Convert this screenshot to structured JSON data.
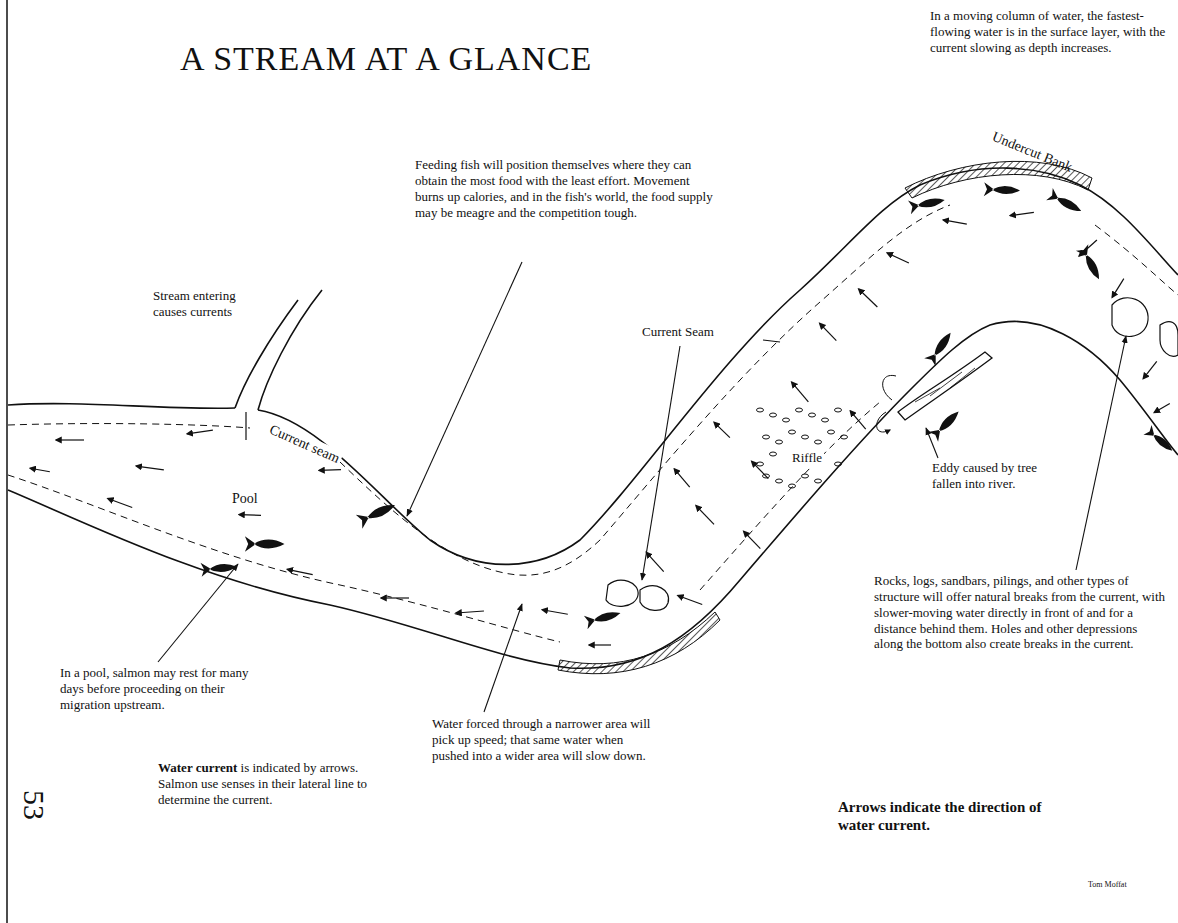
{
  "diagram": {
    "title": "A STREAM AT A GLANCE",
    "labels": [
      "In a moving column of water, the fastest-flowing water is in the surface layer, with the current slowing as depth increases.",
      "Undercut Bank",
      "Feeding fish will position themselves where they can obtain the most food with the least effort. Movement burns up calories, and in the fish's world, the food supply may be meagre and the competition tough.",
      "Stream entering causes currents",
      "Current seam",
      "Pool",
      "Current Seam",
      "Riffle",
      "Eddy caused by tree fallen into river.",
      "Rocks, logs, sandbars, pilings, and other types of structure will offer natural breaks from the current, with slower-moving water directly in front of and for a distance behind them. Holes and other depressions along the bottom also create breaks in the current.",
      "In a pool, salmon may rest for many days before proceeding on their migration upstream.",
      "Water forced through a narrower area will pick up speed; that same water when pushed into a wider area will slow down.",
      "Water current",
      "is indicated by arrows. Salmon use senses in their lateral line to determine the current.",
      "Arrows indicate the direction of water current.",
      "53",
      "Tom Moffat"
    ]
  }
}
